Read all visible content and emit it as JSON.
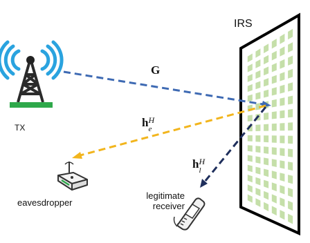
{
  "labels": {
    "irs": "IRS",
    "tx": "TX",
    "eavesdropper": "eavesdropper",
    "legitimate_receiver_line1": "legitimate",
    "legitimate_receiver_line2": "receiver"
  },
  "channels": {
    "g": "G",
    "he_base": "h",
    "he_sub": "e",
    "he_sup": "H",
    "hl_base": "h",
    "hl_sub": "l",
    "hl_sup": "H"
  },
  "colors": {
    "tx_to_irs": "#3e6ab3",
    "irs_to_eve": "#f2b51d",
    "irs_to_legit": "#1f2f5c",
    "irs_elements": "#c5dfa9",
    "tx_waves": "#2aa3df",
    "tx_base": "#2ea84a"
  },
  "icons": {
    "tower": "radio-tower-icon",
    "router": "router-icon",
    "phone": "mobile-phone-icon"
  }
}
